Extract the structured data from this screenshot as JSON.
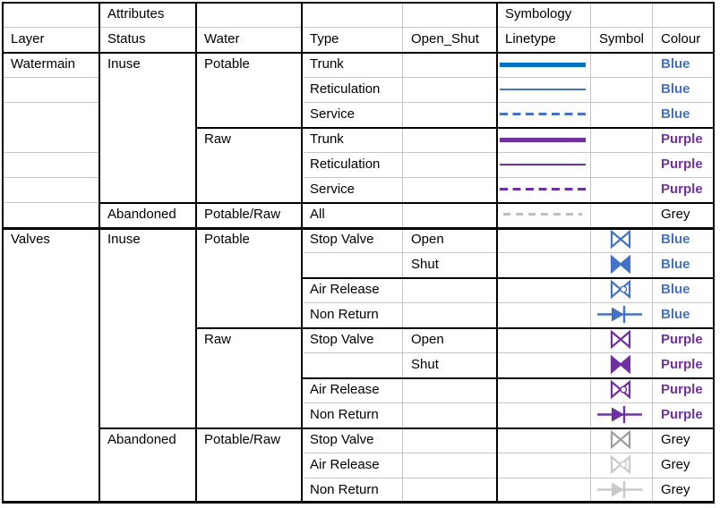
{
  "title_row": {
    "attributes": "Attributes",
    "symbology": "Symbology"
  },
  "columns": {
    "layer": "Layer",
    "status": "Status",
    "water": "Water",
    "type": "Type",
    "open_shut": "Open_Shut",
    "linetype": "Linetype",
    "symbol": "Symbol",
    "colour": "Colour"
  },
  "rows": [
    {
      "layer": "Watermain",
      "status": "Inuse",
      "water": "Potable",
      "type": "Trunk",
      "linetype": "thick-solid-blue",
      "colour": "Blue"
    },
    {
      "type": "Reticulation",
      "linetype": "thin-solid-blue",
      "colour": "Blue"
    },
    {
      "type": "Service",
      "linetype": "dashed-blue",
      "colour": "Blue"
    },
    {
      "water": "Raw",
      "type": "Trunk",
      "linetype": "thick-solid-purple",
      "colour": "Purple"
    },
    {
      "type": "Reticulation",
      "linetype": "thin-solid-purple",
      "colour": "Purple"
    },
    {
      "type": "Service",
      "linetype": "dashed-purple",
      "colour": "Purple"
    },
    {
      "status": "Abandoned",
      "water": "Potable/Raw",
      "type": "All",
      "linetype": "dashed-grey",
      "colour": "Grey"
    },
    {
      "layer": "Valves",
      "status": "Inuse",
      "water": "Potable",
      "type": "Stop Valve",
      "open_shut": "Open",
      "symbol": "stop-valve-open-blue",
      "colour": "Blue"
    },
    {
      "open_shut": "Shut",
      "symbol": "stop-valve-shut-blue",
      "colour": "Blue"
    },
    {
      "type": "Air Release",
      "symbol": "air-release-blue",
      "colour": "Blue"
    },
    {
      "type": "Non Return",
      "symbol": "non-return-blue",
      "colour": "Blue"
    },
    {
      "water": "Raw",
      "type": "Stop Valve",
      "open_shut": "Open",
      "symbol": "stop-valve-open-purple",
      "colour": "Purple"
    },
    {
      "open_shut": "Shut",
      "symbol": "stop-valve-shut-purple",
      "colour": "Purple"
    },
    {
      "type": "Air Release",
      "symbol": "air-release-purple",
      "colour": "Purple"
    },
    {
      "type": "Non Return",
      "symbol": "non-return-purple",
      "colour": "Purple"
    },
    {
      "status": "Abandoned",
      "water": "Potable/Raw",
      "type": "Stop Valve",
      "symbol": "stop-valve-open-grey",
      "colour": "Grey"
    },
    {
      "type": "Air Release",
      "symbol": "air-release-light-grey",
      "colour": "Grey"
    },
    {
      "type": "Non Return",
      "symbol": "non-return-light-grey",
      "colour": "Grey"
    }
  ],
  "colors": {
    "blue_label": "#4472C4",
    "purple_label": "#7030A0",
    "trunk_blue_line": "#0070C0",
    "blue_line": "#4472C4",
    "purple_line": "#7030A0",
    "grey_dashed_line": "#BFBFBF",
    "grey_symbol": "#9E9E9E",
    "light_grey_symbol": "#C9C9C9",
    "gridline": "#C6C6C6",
    "border": "#000000"
  }
}
